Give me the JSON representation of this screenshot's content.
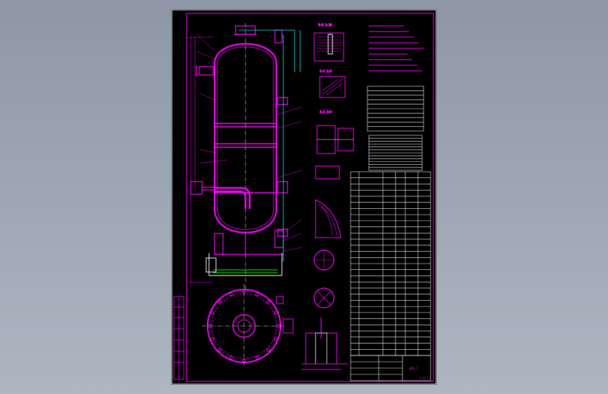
{
  "viewer": {
    "background_colors": [
      "#8d97a6",
      "#aeb6c2"
    ]
  },
  "drawing": {
    "line_colors": {
      "primary": "#ff00ff",
      "secondary": "#ffffff",
      "accent": "#00ff00",
      "dim": "#00ffff",
      "paper": "#000000"
    },
    "labels": {
      "view_top_left": "B-B 1:10",
      "view_mid_left": "C-C 1:5",
      "view_section": "A-A 1:5",
      "nozzle_table_title": "管口表",
      "drawing_no": "WRX-1",
      "scale_note": "1:10"
    },
    "tech_req_lines": 9,
    "nozzle_rows": 10,
    "design_rows": 12,
    "bom_rows": 30,
    "title_rows": 4
  }
}
